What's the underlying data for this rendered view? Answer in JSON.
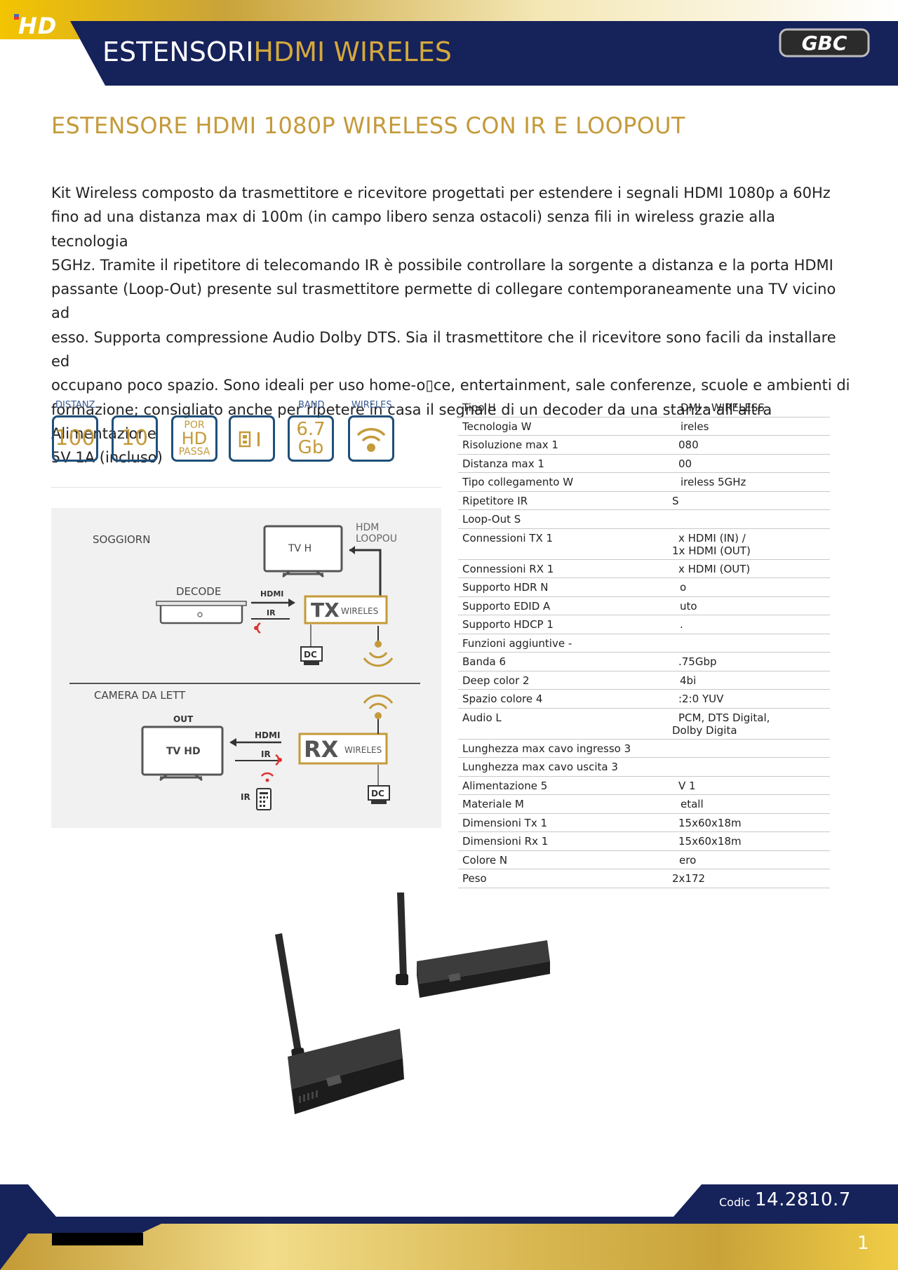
{
  "header": {
    "logo": "HD",
    "title_white": "ESTENSORI",
    "title_gold": "HDMI WIRELES",
    "brand": "GBC"
  },
  "product_title": "ESTENSORE HDMI 1080P WIRELESS CON IR E LOOPOUT",
  "description": [
    "Kit Wireless composto da trasmettitore e ricevitore progettati per estendere i segnali HDMI 1080p a 60Hz",
    "fino ad una distanza max di 100m (in campo libero senza ostacoli) senza fili in wireless grazie alla tecnologia",
    "5GHz. Tramite il ripetitore di telecomando IR è possibile controllare la sorgente a distanza e la porta HDMI",
    "passante (Loop-Out) presente sul trasmettitore permette di collegare contemporaneamente una TV vicino ad",
    "esso. Supporta compressione Audio Dolby DTS. Sia il trasmettitore che il ricevitore sono facili da installare ed",
    "occupano poco spazio. Sono ideali per uso home-o▯ce, entertainment, sale conferenze, scuole e ambienti di",
    "formazione; consigliato anche per ripetere in casa il segnale di un decoder da una stanza all’altra Alimentazione",
    "5V 1A (incluso)"
  ],
  "icons": {
    "labels": [
      "DISTANZ",
      "BAND",
      "WIRELES"
    ],
    "box1": "100",
    "box2": "10",
    "box3_top": "POR",
    "box3_mid": "HD",
    "box3_bot": "PASSA",
    "box5_top": "6.7",
    "box5_bot": "Gb"
  },
  "diagram": {
    "room1": "SOGGIORN",
    "tv1": "TV H",
    "hdmi_loop": "HDM",
    "loopout": "LOOPOU",
    "decoder": "DECODE",
    "hdmi": "HDMI",
    "ir": "IR",
    "tx": "TX",
    "tx_sub": "WIRELES",
    "dc": "DC",
    "room2": "CAMERA DA LETT",
    "out": "OUT",
    "tv2": "TV HD",
    "rx": "RX",
    "rx_sub": "WIRELES"
  },
  "specs": [
    {
      "k": "Tipo H",
      "v": "DMI - WIRELESS"
    },
    {
      "k": "Tecnologia W",
      "v": "ireles"
    },
    {
      "k": "Risoluzione max 1",
      "v": "080"
    },
    {
      "k": "Distanza max 1",
      "v": "00"
    },
    {
      "k": "Tipo collegamento W",
      "v": "ireless 5GHz"
    },
    {
      "k": "Ripetitore IR",
      "v": "S"
    },
    {
      "k": "Loop-Out S",
      "v": ""
    },
    {
      "k": "Connessioni TX 1",
      "v": "x HDMI (IN) /",
      "v2": "1x HDMI (OUT)"
    },
    {
      "k": "Connessioni RX 1",
      "v": "x HDMI (OUT)"
    },
    {
      "k": "Supporto HDR N",
      "v": "o"
    },
    {
      "k": "Supporto EDID A",
      "v": "uto"
    },
    {
      "k": "Supporto HDCP 1",
      "v": "."
    },
    {
      "k": "Funzioni aggiuntive -",
      "v": ""
    },
    {
      "k": "Banda 6",
      "v": ".75Gbp"
    },
    {
      "k": "Deep color 2",
      "v": "4bi"
    },
    {
      "k": "Spazio colore 4",
      "v": ":2:0 YUV"
    },
    {
      "k": "Audio L",
      "v": "PCM, DTS Digital,",
      "v2": "Dolby Digita"
    },
    {
      "k": "Lunghezza max cavo ingresso 3",
      "v": ""
    },
    {
      "k": "Lunghezza max cavo uscita 3",
      "v": ""
    },
    {
      "k": "Alimentazione 5",
      "v": "V 1"
    },
    {
      "k": "Materiale M",
      "v": "etall"
    },
    {
      "k": "Dimensioni Tx 1",
      "v": "15x60x18m"
    },
    {
      "k": "Dimensioni Rx 1",
      "v": "15x60x18m"
    },
    {
      "k": "Colore N",
      "v": "ero"
    },
    {
      "k": "Peso",
      "v": "2x172"
    }
  ],
  "footer": {
    "code_label": "Codic",
    "code": "14.2810.7",
    "page": "1"
  }
}
